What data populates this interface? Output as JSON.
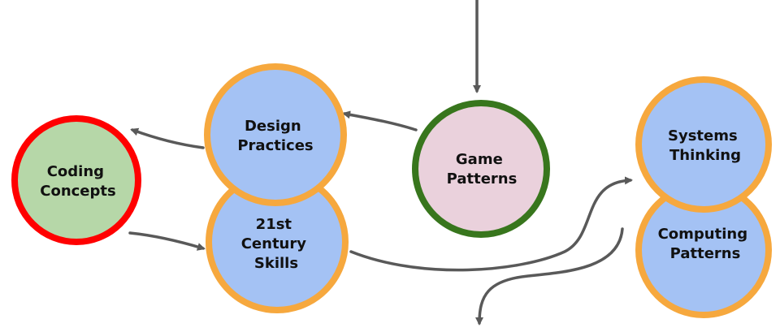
{
  "colors": {
    "orange_ring": "#f6a83e",
    "blue_fill": "#a4c2f4",
    "green_ring": "#38761d",
    "pink_fill": "#ead1dc",
    "red_ring": "#ff0000",
    "green_fill": "#b6d7a8",
    "arrow": "#595959"
  },
  "nodes": {
    "coding_concepts": {
      "line1": "Coding",
      "line2": "Concepts"
    },
    "design_practices": {
      "line1": "Design",
      "line2": "Practices"
    },
    "century_skills": {
      "line1": "21st",
      "line2": "Century",
      "line3": "Skills"
    },
    "game_patterns": {
      "line1": "Game",
      "line2": "Patterns"
    },
    "systems_thinking": {
      "line1": "Systems",
      "line2": "Thinking"
    },
    "computing_patterns": {
      "line1": "Computing",
      "line2": "Patterns"
    }
  }
}
